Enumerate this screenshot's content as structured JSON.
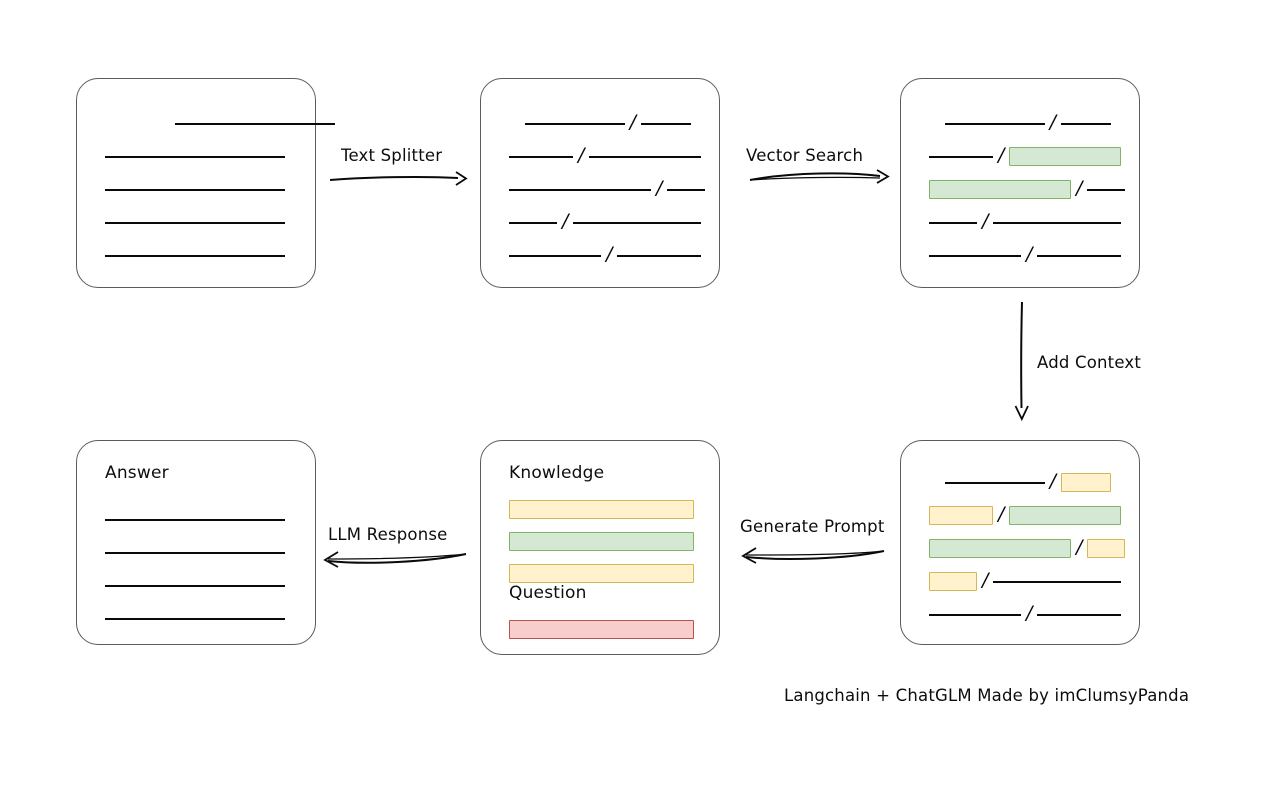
{
  "diagram": {
    "caption": "Langchain + ChatGLM Made by imClumsyPanda",
    "slash": "/",
    "colors": {
      "chunk_green_fill": "#d5e8d4",
      "chunk_green_stroke": "#82b366",
      "chunk_yellow_fill": "#fff2cc",
      "chunk_yellow_stroke": "#d6b656",
      "chunk_red_fill": "#f8cecc",
      "chunk_red_stroke": "#b85450",
      "card_stroke": "#5c5c5c",
      "line_stroke": "#0a0a0a"
    }
  },
  "nodes": {
    "source_document": {
      "name": "source-document",
      "title": "",
      "rows": [
        {
          "segments": [
            {
              "type": "line",
              "width": 160,
              "indent": 70
            }
          ]
        },
        {
          "segments": [
            {
              "type": "line",
              "width": 180,
              "indent": 0
            }
          ]
        },
        {
          "segments": [
            {
              "type": "line",
              "width": 180,
              "indent": 0
            }
          ]
        },
        {
          "segments": [
            {
              "type": "line",
              "width": 180,
              "indent": 0
            }
          ]
        },
        {
          "segments": [
            {
              "type": "line",
              "width": 180,
              "indent": 0
            }
          ]
        }
      ]
    },
    "split_chunks": {
      "name": "split-chunks",
      "title": "",
      "rows": [
        {
          "indent": true,
          "segments": [
            {
              "type": "line",
              "width": 100
            },
            {
              "type": "slash"
            },
            {
              "type": "line",
              "width": 50
            }
          ]
        },
        {
          "indent": false,
          "segments": [
            {
              "type": "line",
              "width": 64
            },
            {
              "type": "slash"
            },
            {
              "type": "line",
              "width": 112
            }
          ]
        },
        {
          "indent": false,
          "segments": [
            {
              "type": "line",
              "width": 142
            },
            {
              "type": "slash"
            },
            {
              "type": "line",
              "width": 38
            }
          ]
        },
        {
          "indent": false,
          "segments": [
            {
              "type": "line",
              "width": 48
            },
            {
              "type": "slash"
            },
            {
              "type": "line",
              "width": 128
            }
          ]
        },
        {
          "indent": false,
          "segments": [
            {
              "type": "line",
              "width": 92
            },
            {
              "type": "slash"
            },
            {
              "type": "line",
              "width": 84
            }
          ]
        }
      ]
    },
    "vector_matches": {
      "name": "vector-search-results",
      "title": "",
      "rows": [
        {
          "indent": true,
          "segments": [
            {
              "type": "line",
              "width": 100
            },
            {
              "type": "slash"
            },
            {
              "type": "line",
              "width": 50
            }
          ]
        },
        {
          "indent": false,
          "segments": [
            {
              "type": "line",
              "width": 64
            },
            {
              "type": "slash"
            },
            {
              "type": "chip",
              "color": "green",
              "width": 112
            }
          ]
        },
        {
          "indent": false,
          "segments": [
            {
              "type": "chip",
              "color": "green",
              "width": 142
            },
            {
              "type": "slash"
            },
            {
              "type": "line",
              "width": 38
            }
          ]
        },
        {
          "indent": false,
          "segments": [
            {
              "type": "line",
              "width": 48
            },
            {
              "type": "slash"
            },
            {
              "type": "line",
              "width": 128
            }
          ]
        },
        {
          "indent": false,
          "segments": [
            {
              "type": "line",
              "width": 92
            },
            {
              "type": "slash"
            },
            {
              "type": "line",
              "width": 84
            }
          ]
        }
      ]
    },
    "context_added": {
      "name": "context-added-chunks",
      "title": "",
      "rows": [
        {
          "indent": true,
          "segments": [
            {
              "type": "line",
              "width": 100
            },
            {
              "type": "slash"
            },
            {
              "type": "chip",
              "color": "yellow",
              "width": 50
            }
          ]
        },
        {
          "indent": false,
          "segments": [
            {
              "type": "chip",
              "color": "yellow",
              "width": 64
            },
            {
              "type": "slash"
            },
            {
              "type": "chip",
              "color": "green",
              "width": 112
            }
          ]
        },
        {
          "indent": false,
          "segments": [
            {
              "type": "chip",
              "color": "green",
              "width": 142
            },
            {
              "type": "slash"
            },
            {
              "type": "chip",
              "color": "yellow",
              "width": 38
            }
          ]
        },
        {
          "indent": false,
          "segments": [
            {
              "type": "chip",
              "color": "yellow",
              "width": 48
            },
            {
              "type": "slash"
            },
            {
              "type": "line",
              "width": 128
            }
          ]
        },
        {
          "indent": false,
          "segments": [
            {
              "type": "line",
              "width": 92
            },
            {
              "type": "slash"
            },
            {
              "type": "line",
              "width": 84
            }
          ]
        }
      ]
    },
    "prompt": {
      "name": "generated-prompt",
      "knowledge_label": "Knowledge",
      "question_label": "Question",
      "knowledge_bars": [
        {
          "color": "yellow",
          "width": 185
        },
        {
          "color": "green",
          "width": 185
        },
        {
          "color": "yellow",
          "width": 185
        }
      ],
      "question_bars": [
        {
          "color": "red",
          "width": 185
        }
      ]
    },
    "answer": {
      "name": "answer-document",
      "title": "Answer",
      "rows": [
        {
          "segments": [
            {
              "type": "line",
              "width": 180,
              "indent": 0
            }
          ]
        },
        {
          "segments": [
            {
              "type": "line",
              "width": 180,
              "indent": 0
            }
          ]
        },
        {
          "segments": [
            {
              "type": "line",
              "width": 180,
              "indent": 0
            }
          ]
        },
        {
          "segments": [
            {
              "type": "line",
              "width": 180,
              "indent": 0
            }
          ]
        }
      ]
    }
  },
  "edges": {
    "text_splitter": {
      "label": "Text Splitter",
      "direction": "right"
    },
    "vector_search": {
      "label": "Vector Search",
      "direction": "right"
    },
    "add_context": {
      "label": "Add Context",
      "direction": "down"
    },
    "generate_prompt": {
      "label": "Generate Prompt",
      "direction": "left"
    },
    "llm_response": {
      "label": "LLM Response",
      "direction": "left"
    }
  }
}
